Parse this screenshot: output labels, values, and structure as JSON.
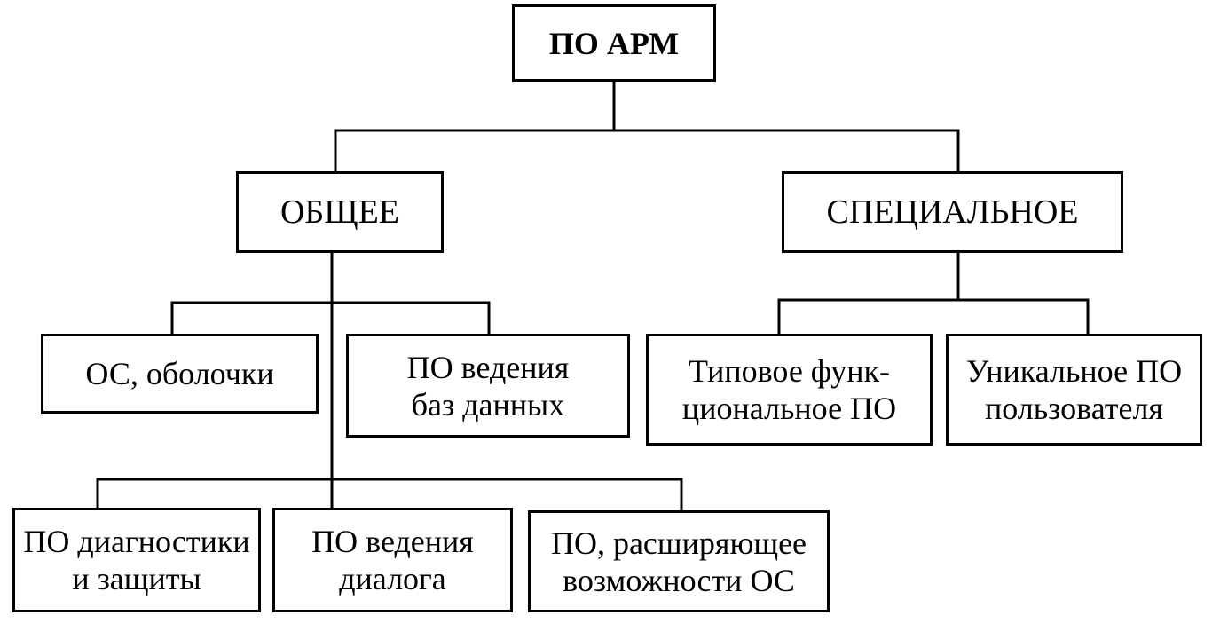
{
  "diagram": {
    "root": {
      "label": "ПО АРМ"
    },
    "general": {
      "label": "ОБЩЕЕ",
      "children": [
        {
          "label": "ОС, оболочки"
        },
        {
          "label": "ПО ведения\nбаз данных"
        },
        {
          "label": "ПО диагностики\nи защиты"
        },
        {
          "label": "ПО ведения\nдиалога"
        },
        {
          "label": "ПО, расширяющее\nвозможности ОС"
        }
      ]
    },
    "special": {
      "label": "СПЕЦИАЛЬНОЕ",
      "children": [
        {
          "label": "Типовое функ-\nциональное ПО"
        },
        {
          "label": "Уникальное ПО\nпользователя"
        }
      ]
    }
  }
}
